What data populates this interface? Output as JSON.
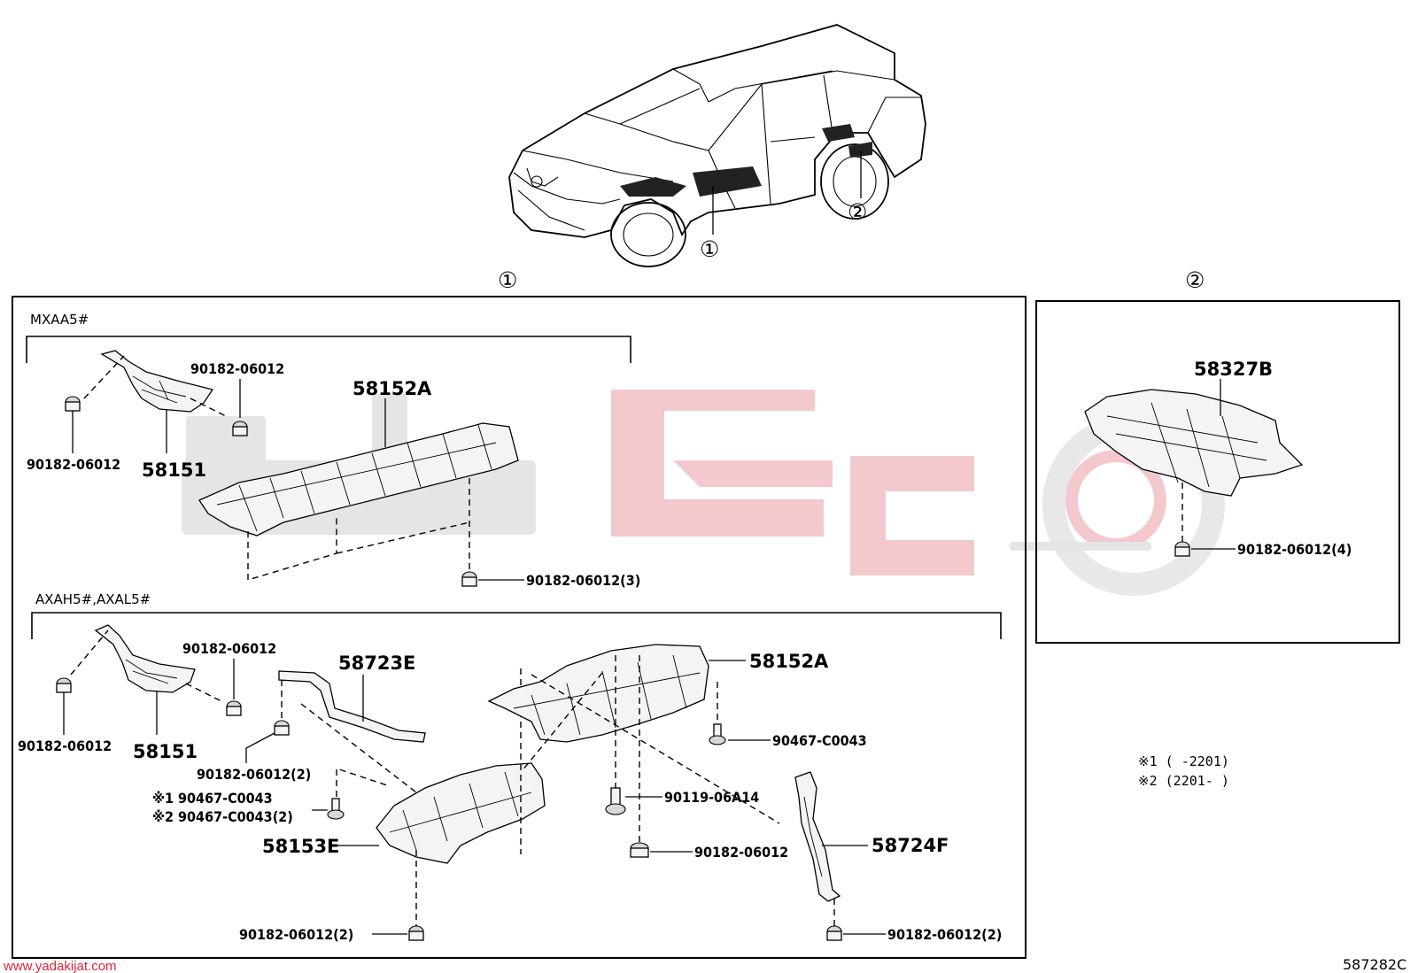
{
  "watermark": {
    "site_url": "www.yadakijat.com"
  },
  "diagram": {
    "code": "587282C",
    "callouts": {
      "one": "①",
      "two": "②"
    },
    "section_one": {
      "variant_a": {
        "title": "MXAA5#",
        "labels": {
          "nut_left": "90182-06012",
          "nut_right": "90182-06012",
          "part_58151": "58151",
          "part_58152A": "58152A",
          "nut_bottom": "90182-06012(3)"
        }
      },
      "variant_b": {
        "title": "AXAH5#,AXAL5#",
        "labels": {
          "nut_left": "90182-06012",
          "nut_right": "90182-06012",
          "part_58151": "58151",
          "part_58723E": "58723E",
          "nut_58723E": "90182-06012(2)",
          "note1_clip": "※1 90467-C0043",
          "note2_clip": "※2 90467-C0043(2)",
          "part_58153E": "58153E",
          "nut_58153E": "90182-06012(2)",
          "part_58152A": "58152A",
          "clip_58152A": "90467-C0043",
          "bolt": "90119-06A14",
          "nut_center": "90182-06012",
          "part_58724F": "58724F",
          "nut_58724F": "90182-06012(2)"
        }
      }
    },
    "section_two": {
      "part_58327B": "58327B",
      "nut": "90182-06012(4)"
    },
    "notes": {
      "note1": "※1 (    -2201)",
      "note2": "※2 (2201-    )"
    }
  }
}
